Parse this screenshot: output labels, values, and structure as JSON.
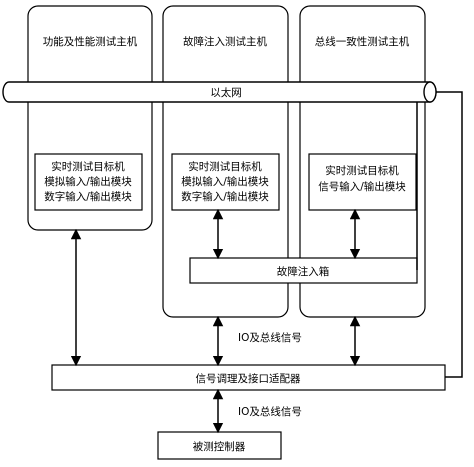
{
  "hosts": [
    {
      "name": "功能及性能测试主机",
      "target_lines": [
        "实时测试目标机",
        "模拟输入/输出模块",
        "数字输入/输出模块"
      ]
    },
    {
      "name": "故障注入测试主机",
      "target_lines": [
        "实时测试目标机",
        "模拟输入/输出模块",
        "数字输入/输出模块"
      ]
    },
    {
      "name": "总线一致性测试主机",
      "target_lines": [
        "实时测试目标机",
        "信号输入/输出模块"
      ]
    }
  ],
  "ethernet": {
    "label": "以太网"
  },
  "fault_box": {
    "label": "故障注入箱"
  },
  "adapter": {
    "label": "信号调理及接口适配器"
  },
  "controller": {
    "label": "被测控制器"
  },
  "signals": {
    "io_bus_upper": "IO及总线信号",
    "io_bus_lower": "IO及总线信号"
  }
}
